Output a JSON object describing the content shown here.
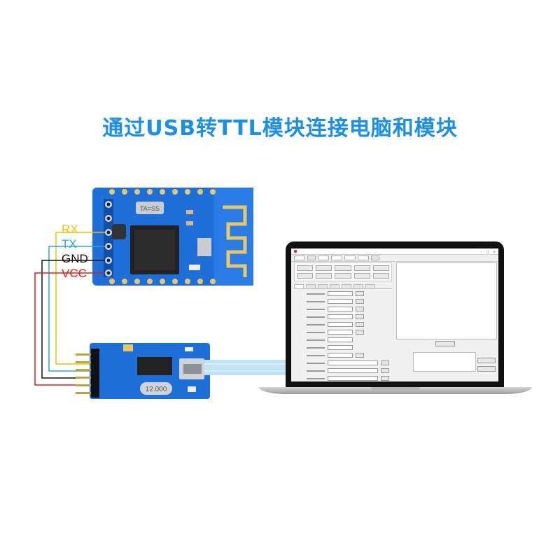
{
  "title": "通过USB转TTL模块连接电脑和模块",
  "pins": [
    {
      "label": "RX",
      "color": "#f2c200"
    },
    {
      "label": "TX",
      "color": "#2aa7e8"
    },
    {
      "label": "GND",
      "color": "#111111"
    },
    {
      "label": "VCC",
      "color": "#e51b1b"
    }
  ],
  "colors": {
    "title": "#1a8fe6",
    "pcb": "#1e6fd8",
    "pcb_dark": "#0f4fa8",
    "cable": "#bfe3f4"
  },
  "chips": {
    "crystal_label": "TA=SS",
    "usb_crystal_label": "12.000"
  }
}
